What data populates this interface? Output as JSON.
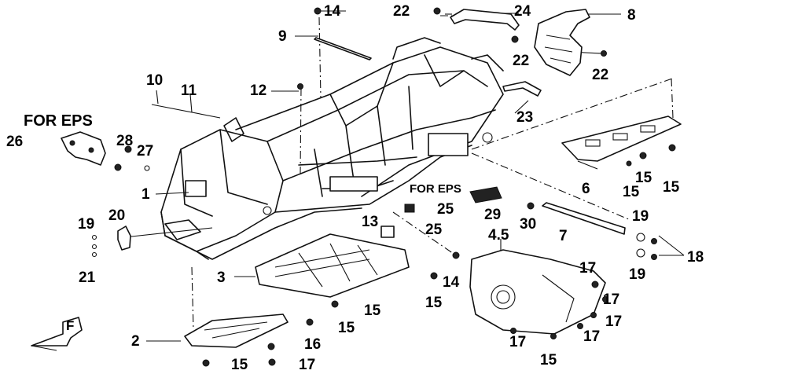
{
  "callouts": {
    "p1": "1",
    "p2": "2",
    "p3": "3",
    "p45": "4.5",
    "p6": "6",
    "p7": "7",
    "p8": "8",
    "p9": "9",
    "p10": "10",
    "p11": "11",
    "p12": "12",
    "p13": "13",
    "p14a": "14",
    "p14b": "14",
    "p15a": "15",
    "p15b": "15",
    "p15c": "15",
    "p15d": "15",
    "p15e": "15",
    "p15f": "15",
    "p15g": "15",
    "p15h": "15",
    "p16": "16",
    "p17a": "17",
    "p17b": "17",
    "p17c": "17",
    "p17d": "17",
    "p17e": "17",
    "p17f": "17",
    "p18": "18",
    "p19a": "19",
    "p19b": "19",
    "p19c": "19",
    "p20": "20",
    "p21": "21",
    "p22a": "22",
    "p22b": "22",
    "p22c": "22",
    "p23": "23",
    "p24": "24",
    "p25a": "25",
    "p25b": "25",
    "p26": "26",
    "p27": "27",
    "p28": "28",
    "p29": "29",
    "p30": "30"
  },
  "notes": {
    "for_eps_main": "FOR EPS",
    "for_eps_small": "FOR EPS"
  },
  "direction_mark": "F",
  "colors": {
    "ink": "#111111",
    "paper": "#ffffff"
  }
}
